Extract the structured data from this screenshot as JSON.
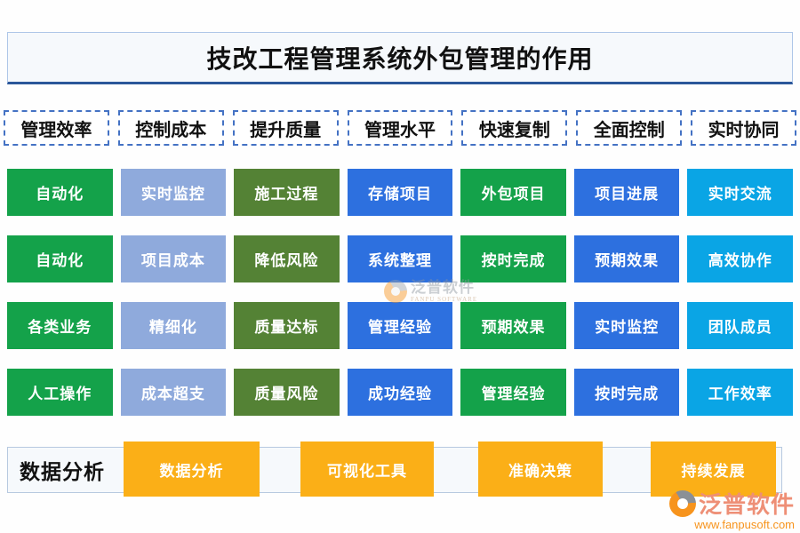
{
  "title": "技改工程管理系统外包管理的作用",
  "colors": {
    "green": "#14a24a",
    "periwinkle": "#8faadc",
    "olive": "#548235",
    "blue": "#2d70df",
    "cyan": "#0aa5e5",
    "orange": "#fbaf17",
    "title_underline": "#2b579a",
    "dashed_border": "#4472c4"
  },
  "header_row": [
    "管理效率",
    "控制成本",
    "提升质量",
    "管理水平",
    "快速复制",
    "全面控制",
    "实时协同"
  ],
  "grid": {
    "column_colors": [
      "green",
      "periwinkle",
      "olive",
      "blue",
      "green",
      "blue",
      "cyan"
    ],
    "rows": [
      [
        "自动化",
        "实时监控",
        "施工过程",
        "存储项目",
        "外包项目",
        "项目进展",
        "实时交流"
      ],
      [
        "自动化",
        "项目成本",
        "降低风险",
        "系统整理",
        "按时完成",
        "预期效果",
        "高效协作"
      ],
      [
        "各类业务",
        "精细化",
        "质量达标",
        "管理经验",
        "预期效果",
        "实时监控",
        "团队成员"
      ],
      [
        "人工操作",
        "成本超支",
        "质量风险",
        "成功经验",
        "管理经验",
        "按时完成",
        "工作效率"
      ]
    ]
  },
  "bottom": {
    "label": "数据分析",
    "items": [
      "数据分析",
      "可视化工具",
      "准确决策",
      "持续发展"
    ]
  },
  "watermark_center": {
    "brand": "泛普软件",
    "sub": "FANPU SOFTWARE"
  },
  "watermark_corner": {
    "brand": "泛普软件",
    "url": "www.fanpusoft.com"
  }
}
